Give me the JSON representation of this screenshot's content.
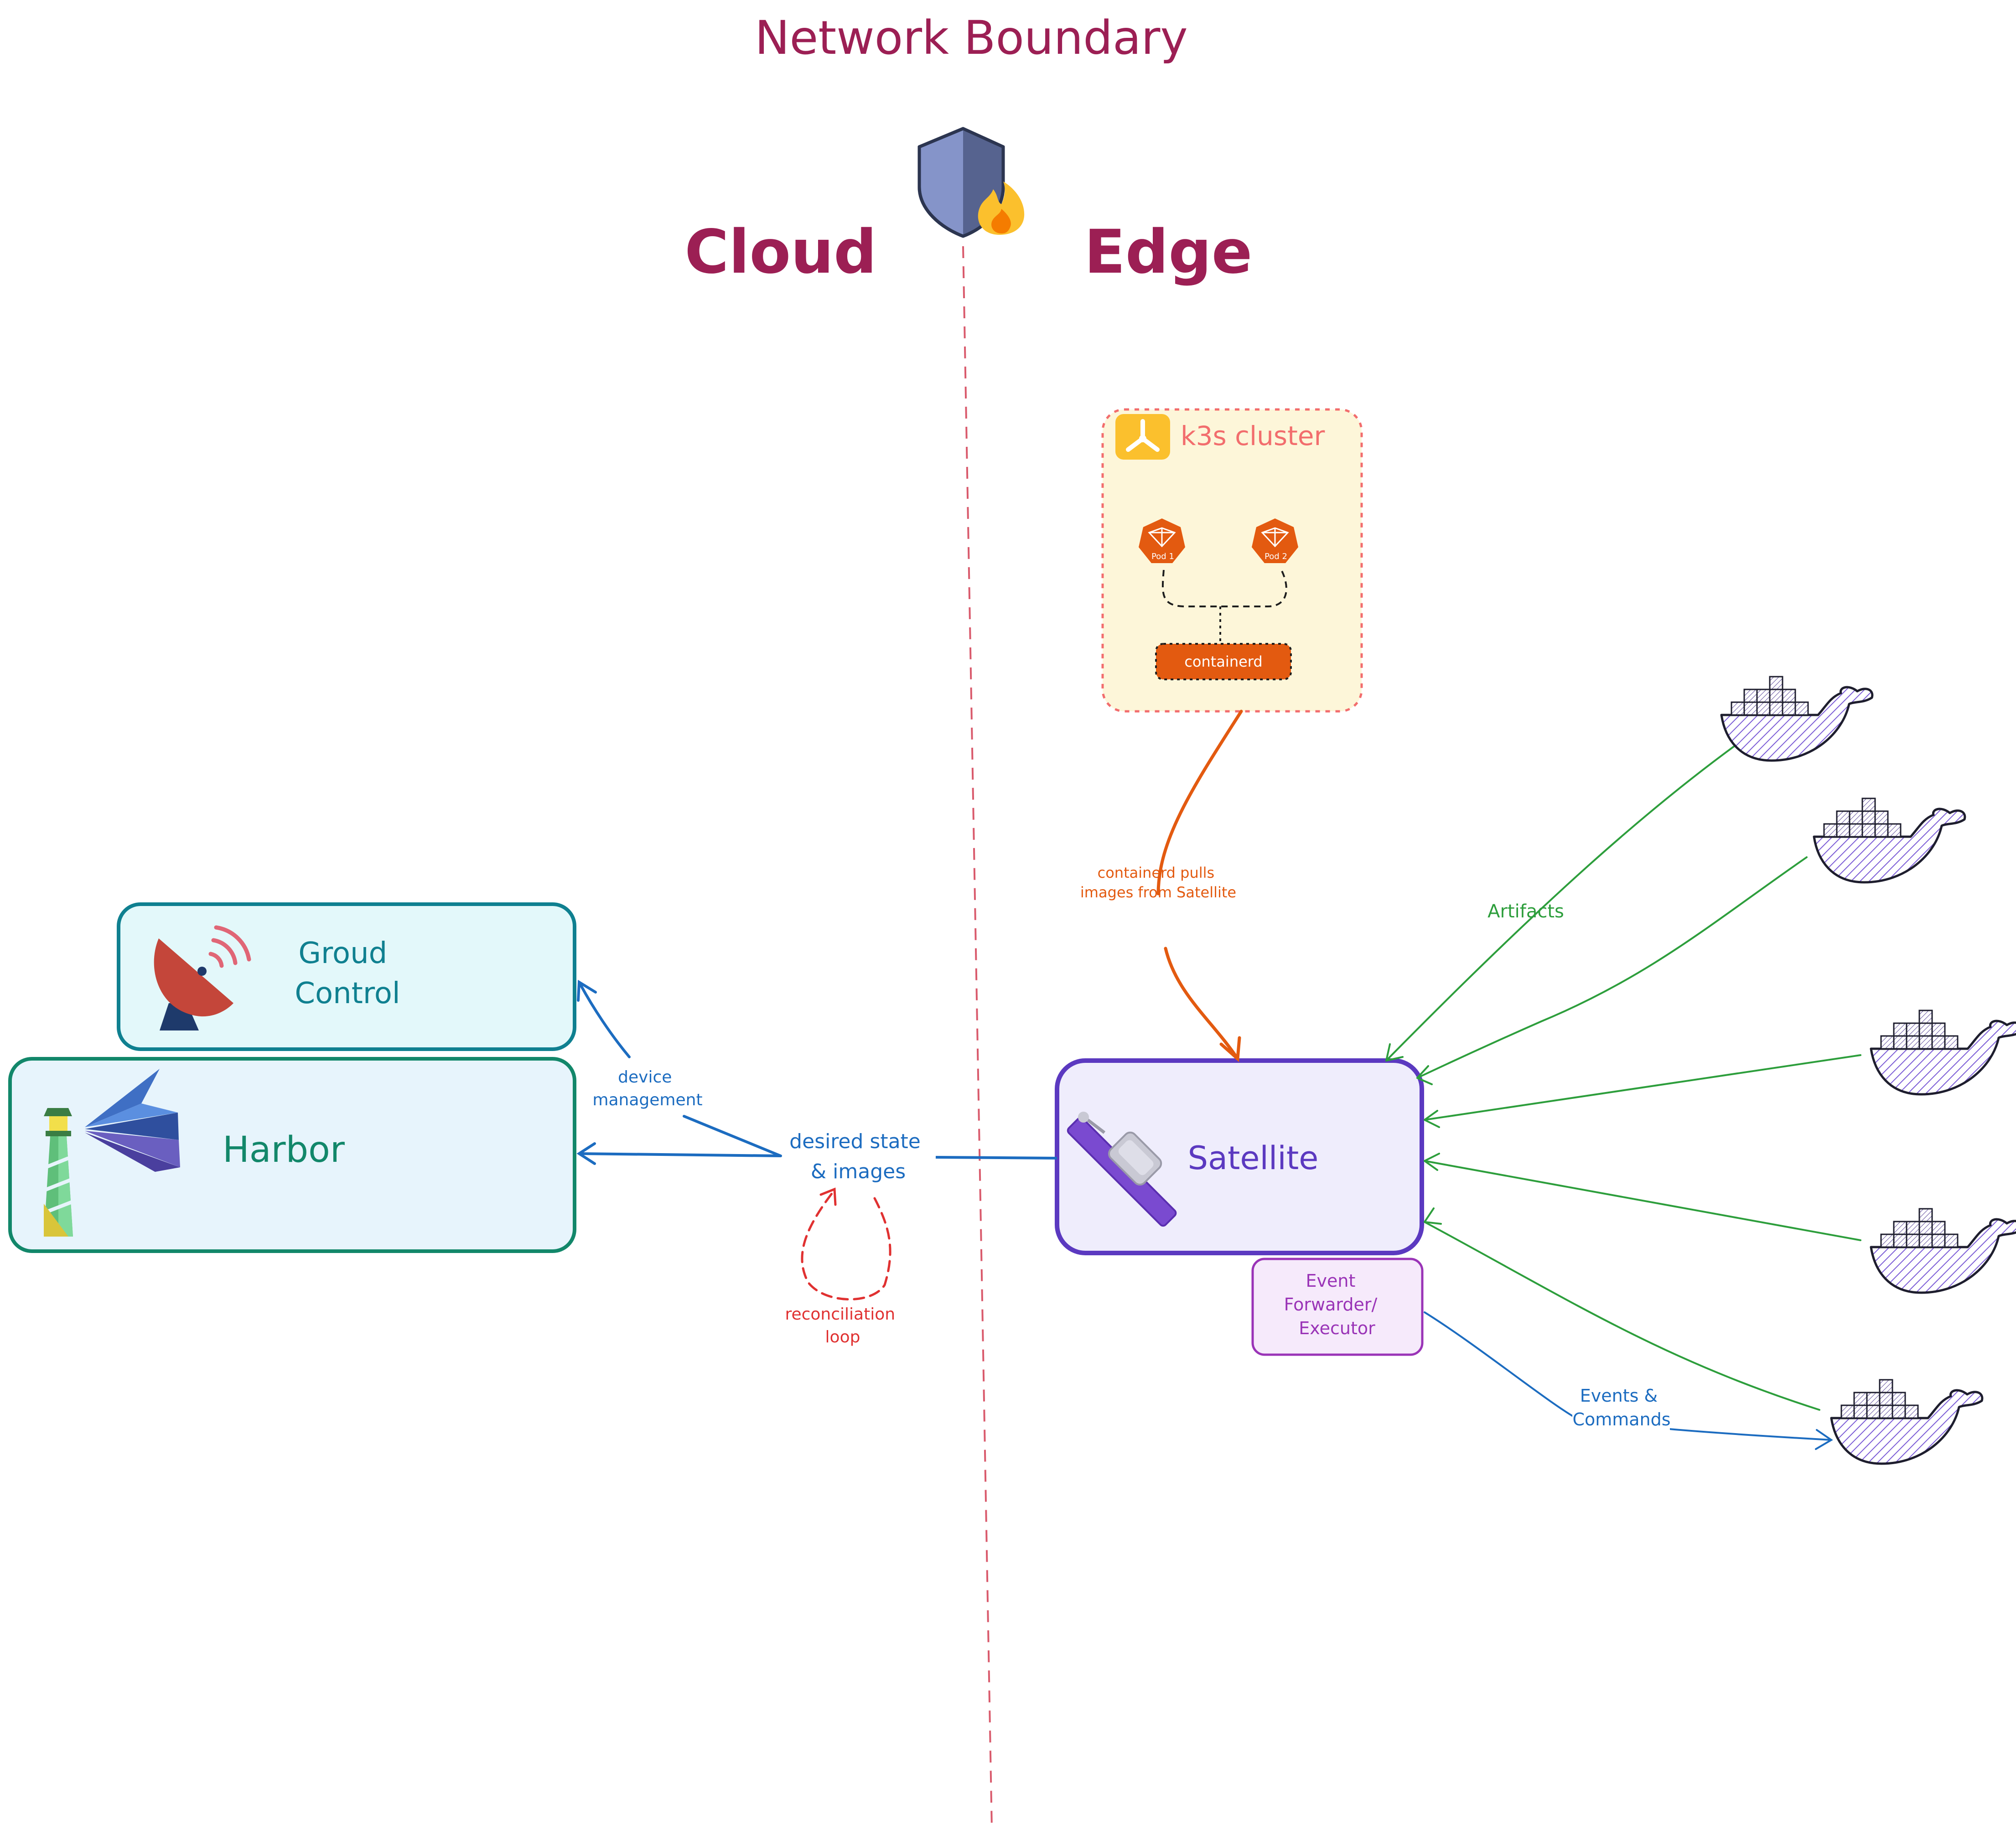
{
  "title": "Network Boundary",
  "zones": {
    "cloud": "Cloud",
    "edge": "Edge"
  },
  "nodes": {
    "ground_control": {
      "line1": "Groud",
      "line2": "Control"
    },
    "harbor": {
      "label": "Harbor"
    },
    "satellite": {
      "label": "Satellite"
    },
    "event_forwarder": {
      "line1": "Event",
      "line2": "Forwarder/",
      "line3": "Executor"
    },
    "k3s": {
      "title": "k3s cluster",
      "pod1": "Pod 1",
      "pod2": "Pod 2",
      "runtime": "containerd"
    }
  },
  "edges": {
    "device_management": {
      "line1": "device",
      "line2": "management"
    },
    "desired_state": {
      "line1": "desired state",
      "line2": "& images"
    },
    "reconciliation": {
      "line1": "reconciliation",
      "line2": "loop"
    },
    "containerd_pulls": {
      "line1": "containerd pulls",
      "line2": "images from Satellite"
    },
    "artifacts": {
      "label": "Artifacts"
    },
    "events_commands": {
      "line1": "Events &",
      "line2": "Commands"
    }
  },
  "icons": [
    "shield-firewall-icon",
    "k3s-logo-icon",
    "pod-icon",
    "satellite-dish-icon",
    "lighthouse-icon",
    "satellite-icon",
    "docker-whale-icon"
  ],
  "colors": {
    "title": "#9c1f54",
    "boundary": "#d95a6c",
    "ground_control": "#0f8090",
    "harbor": "#12876a",
    "blue": "#1c6cc0",
    "satellite": "#5b39c0",
    "event_forwarder": "#9a34b7",
    "k3s": "#f26d6d",
    "orange": "#e35a10",
    "red": "#e03131",
    "green": "#2d9e3c"
  }
}
